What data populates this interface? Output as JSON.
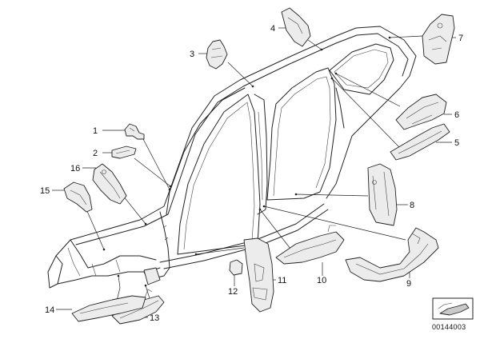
{
  "parts": [
    {
      "id": "1",
      "label": "1"
    },
    {
      "id": "2",
      "label": "2"
    },
    {
      "id": "3",
      "label": "3"
    },
    {
      "id": "4",
      "label": "4"
    },
    {
      "id": "5",
      "label": "5"
    },
    {
      "id": "6",
      "label": "6"
    },
    {
      "id": "7",
      "label": "7"
    },
    {
      "id": "8",
      "label": "8"
    },
    {
      "id": "9",
      "label": "9"
    },
    {
      "id": "10",
      "label": "10"
    },
    {
      "id": "11",
      "label": "11"
    },
    {
      "id": "12",
      "label": "12"
    },
    {
      "id": "13",
      "label": "13"
    },
    {
      "id": "14",
      "label": "14"
    },
    {
      "id": "15",
      "label": "15"
    },
    {
      "id": "16",
      "label": "16"
    }
  ],
  "diagram_code": "00144003"
}
